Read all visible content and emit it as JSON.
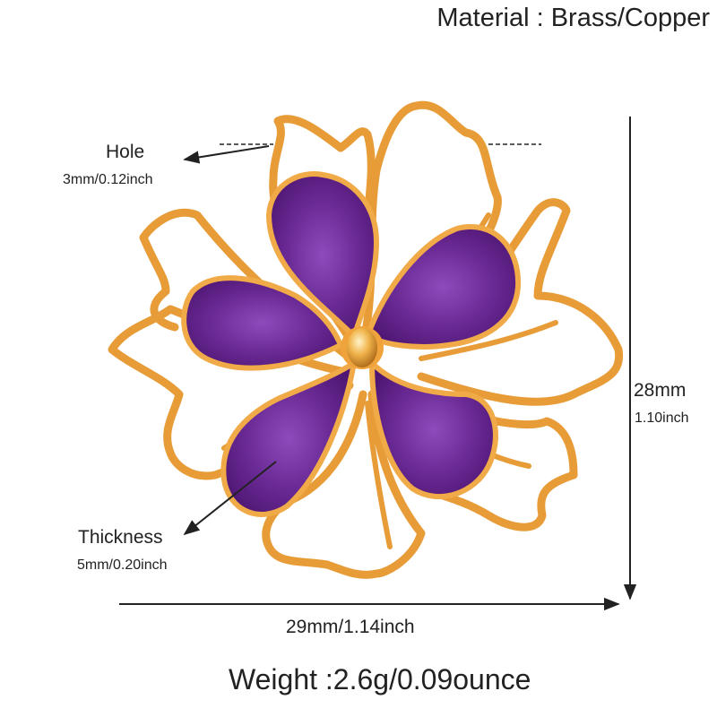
{
  "product": {
    "material": "Material : Brass/Copper",
    "weight": "Weight :2.6g/0.09ounce"
  },
  "dimensions": {
    "hole_label": "Hole",
    "hole_size": "3mm/0.12inch",
    "thickness_label": "Thickness",
    "thickness_size": "5mm/0.20inch",
    "height_mm": "28mm",
    "height_inch": "1.10inch",
    "width": "29mm/1.14inch"
  },
  "colors": {
    "gold": "#e8a03c",
    "gold_light": "#fbd48a",
    "enamel": "#5e1f86",
    "enamel_light": "#9b5cc4",
    "line": "#222222"
  }
}
